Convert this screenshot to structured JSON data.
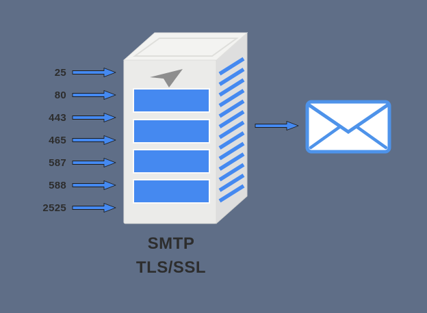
{
  "diagram": {
    "title": "SMTP ports to mail delivery diagram",
    "ports": [
      "25",
      "80",
      "443",
      "465",
      "587",
      "588",
      "2525"
    ],
    "server": {
      "label_line1": "SMTP",
      "label_line2": "TLS/SSL",
      "logo_icon": "paper-plane-icon",
      "slot_count": 4,
      "vent_count": 13
    },
    "output_icon": "envelope-icon"
  },
  "colors": {
    "background": "#5f6e87",
    "accent_blue": "#4589f0",
    "envelope_blue": "#4e93ea",
    "text": "#2d2d2d",
    "server_front": "#ebebe9",
    "server_top": "#f3f3f1",
    "server_side": "#dedede",
    "logo_gray": "#8e8e8e"
  }
}
